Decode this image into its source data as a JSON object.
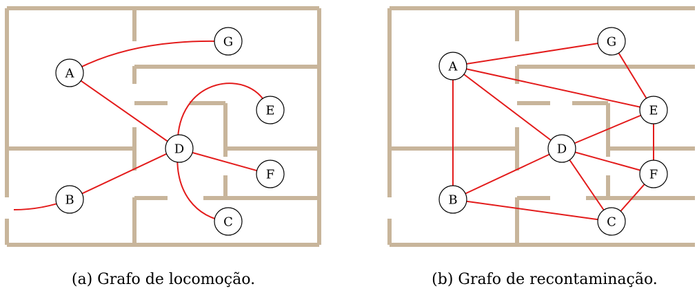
{
  "colors": {
    "wall": "#c8b59b",
    "edge": "#e31b1b",
    "node_fill": "#ffffff",
    "node_stroke": "#000000"
  },
  "panels": [
    {
      "id": "a",
      "caption": "(a) Grafo de locomoção.",
      "nodes": [
        {
          "id": "A",
          "label": "A"
        },
        {
          "id": "G",
          "label": "G"
        },
        {
          "id": "E",
          "label": "E"
        },
        {
          "id": "D",
          "label": "D"
        },
        {
          "id": "F",
          "label": "F"
        },
        {
          "id": "B",
          "label": "B"
        },
        {
          "id": "C",
          "label": "C"
        }
      ],
      "edges": [
        [
          "A",
          "G"
        ],
        [
          "A",
          "D"
        ],
        [
          "D",
          "E"
        ],
        [
          "D",
          "F"
        ],
        [
          "D",
          "B"
        ],
        [
          "D",
          "C"
        ],
        [
          "B",
          "exit"
        ]
      ]
    },
    {
      "id": "b",
      "caption": "(b) Grafo de recontaminação.",
      "nodes": [
        {
          "id": "A",
          "label": "A"
        },
        {
          "id": "G",
          "label": "G"
        },
        {
          "id": "E",
          "label": "E"
        },
        {
          "id": "D",
          "label": "D"
        },
        {
          "id": "F",
          "label": "F"
        },
        {
          "id": "B",
          "label": "B"
        },
        {
          "id": "C",
          "label": "C"
        }
      ],
      "edges": [
        [
          "A",
          "G"
        ],
        [
          "A",
          "E"
        ],
        [
          "A",
          "D"
        ],
        [
          "A",
          "B"
        ],
        [
          "G",
          "E"
        ],
        [
          "E",
          "F"
        ],
        [
          "E",
          "D"
        ],
        [
          "D",
          "F"
        ],
        [
          "D",
          "B"
        ],
        [
          "D",
          "C"
        ],
        [
          "F",
          "C"
        ],
        [
          "B",
          "C"
        ]
      ]
    }
  ]
}
